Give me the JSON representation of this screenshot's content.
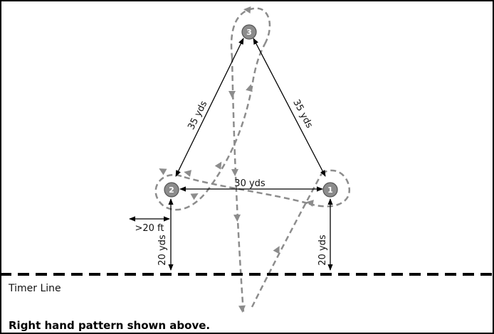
{
  "barrels": [
    {
      "id": "barrel-1",
      "label": "1"
    },
    {
      "id": "barrel-2",
      "label": "2"
    },
    {
      "id": "barrel-3",
      "label": "3"
    }
  ],
  "distances": {
    "left_side": "35 yds",
    "right_side": "35 yds",
    "base": "30 yds",
    "left_to_line": "20 yds",
    "right_to_line": "20 yds",
    "side_clearance": ">20 ft"
  },
  "timer_line_label": "Timer Line",
  "caption": "Right hand pattern shown above.",
  "colors": {
    "path": "#8c8c8c",
    "barrel": "#8c8c8c",
    "line": "#000000"
  }
}
